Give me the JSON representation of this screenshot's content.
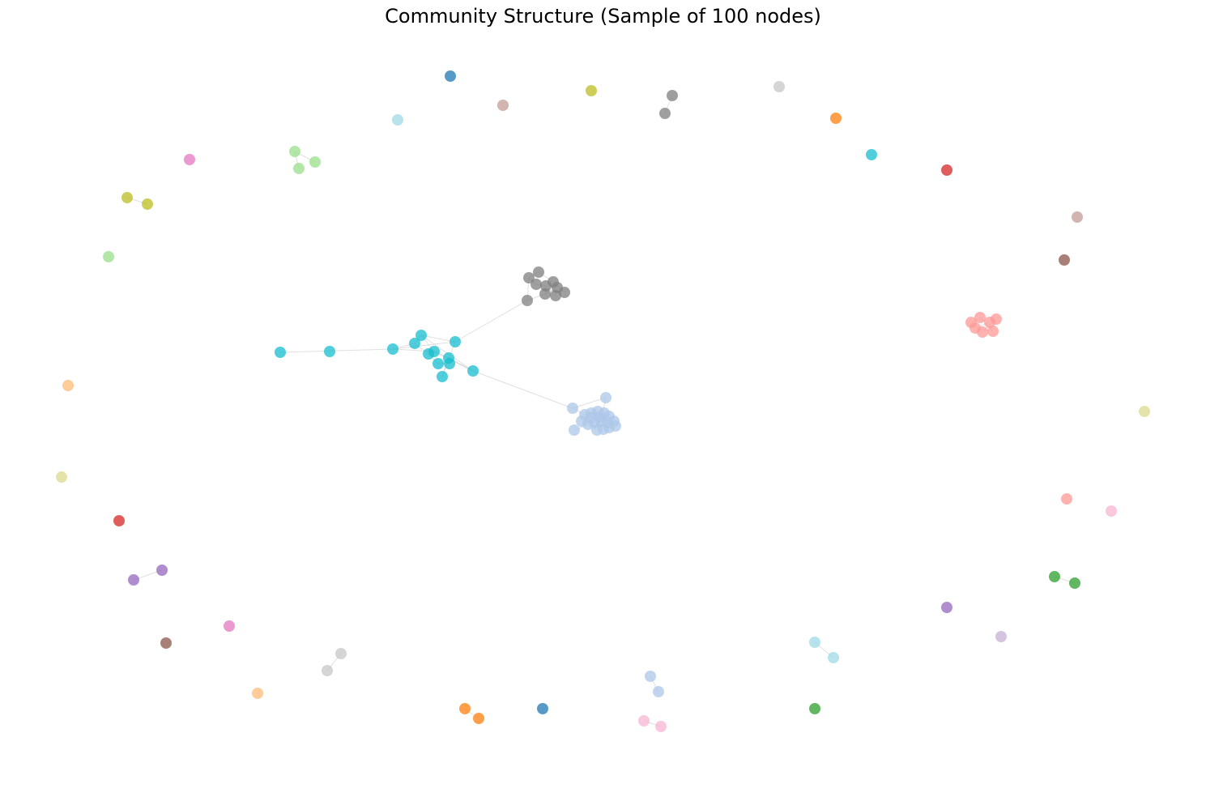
{
  "title": "Community Structure (Sample of 100 nodes)",
  "style": {
    "edge_color": "#cccccc",
    "node_opacity": 0.75
  },
  "communities": [
    {
      "id": "c-lightblue-main",
      "color": "#aec7e8"
    },
    {
      "id": "c-cyan-main",
      "color": "#17becf"
    },
    {
      "id": "c-gray-main",
      "color": "#7f7f7f"
    },
    {
      "id": "c-salmon-main",
      "color": "#ff9896"
    },
    {
      "id": "c-lightgreen",
      "color": "#98df8a"
    },
    {
      "id": "c-olive",
      "color": "#bcbd22"
    },
    {
      "id": "c-purple",
      "color": "#9467bd"
    },
    {
      "id": "c-lightgray",
      "color": "#c7c7c7"
    },
    {
      "id": "c-orange",
      "color": "#ff7f0e"
    },
    {
      "id": "c-lightblue-small",
      "color": "#aec7e8"
    },
    {
      "id": "c-pink",
      "color": "#f7b6d2"
    },
    {
      "id": "c-green",
      "color": "#2ca02c"
    },
    {
      "id": "c-paleblue",
      "color": "#9edae5"
    },
    {
      "id": "c-gray-small",
      "color": "#7f7f7f"
    },
    {
      "id": "c-blue",
      "color": "#1f77b4"
    },
    {
      "id": "c-rosybrown",
      "color": "#c49c94"
    },
    {
      "id": "c-magenta",
      "color": "#e377c2"
    },
    {
      "id": "c-peach",
      "color": "#ffbb78"
    },
    {
      "id": "c-khaki",
      "color": "#dbdb8d"
    },
    {
      "id": "c-red",
      "color": "#d62728"
    },
    {
      "id": "c-brown",
      "color": "#8c564b"
    },
    {
      "id": "c-lavender",
      "color": "#c5b0d5"
    }
  ]
}
